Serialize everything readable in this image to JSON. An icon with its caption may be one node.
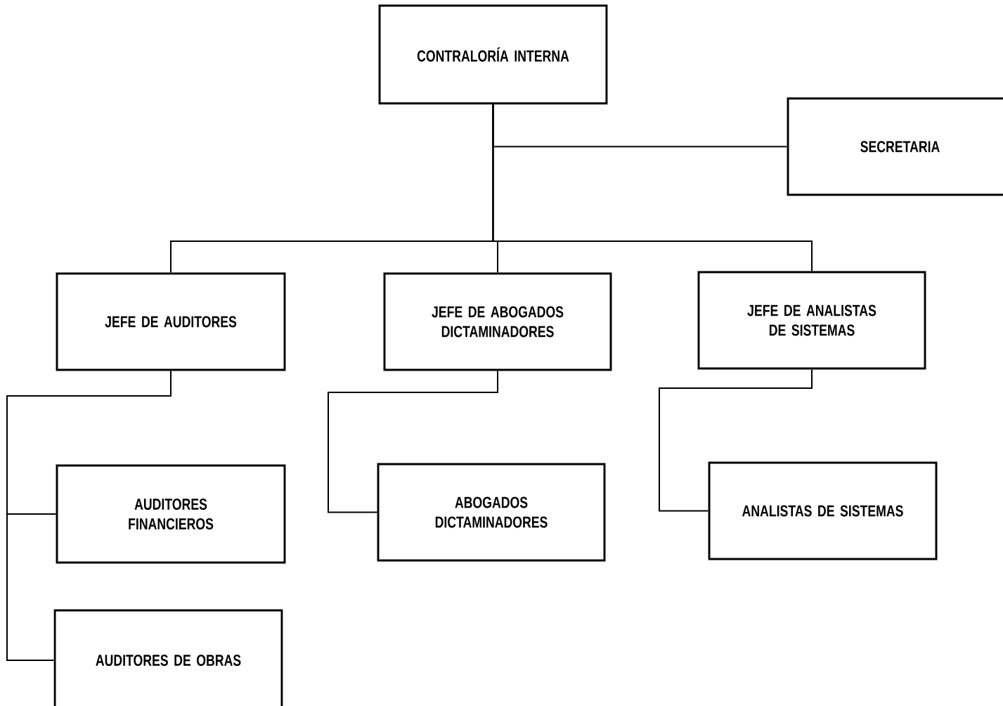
{
  "diagram": {
    "nodes": [
      {
        "text": [
          "CONTRALORÍA INTERNA"
        ]
      },
      {
        "text": [
          "SECRETARIA"
        ]
      },
      {
        "text": [
          "JEFE DE AUDITORES"
        ]
      },
      {
        "text": [
          "JEFE DE ABOGADOS DICTAMINADORES"
        ]
      },
      {
        "text": [
          "JEFE DE ANALISTAS DE SISTEMAS"
        ]
      },
      {
        "text": [
          "AUDITORES FINANCIEROS"
        ]
      },
      {
        "text": [
          "AUDITORES DE OBRAS"
        ]
      },
      {
        "text": [
          "ABOGADOS DICTAMINADORES"
        ]
      },
      {
        "text": [
          "ANALISTAS DE SISTEMAS"
        ]
      }
    ],
    "edges": [
      {
        "from": 0,
        "to": 1,
        "arrow": "none"
      },
      {
        "from": 0,
        "to": 2,
        "arrow": "none"
      },
      {
        "from": 0,
        "to": 3,
        "arrow": "none"
      },
      {
        "from": 0,
        "to": 4,
        "arrow": "none"
      },
      {
        "from": 2,
        "to": 5,
        "arrow": "none"
      },
      {
        "from": 2,
        "to": 6,
        "arrow": "none"
      },
      {
        "from": 3,
        "to": 7,
        "arrow": "none"
      },
      {
        "from": 4,
        "to": 8,
        "arrow": "none"
      }
    ]
  }
}
